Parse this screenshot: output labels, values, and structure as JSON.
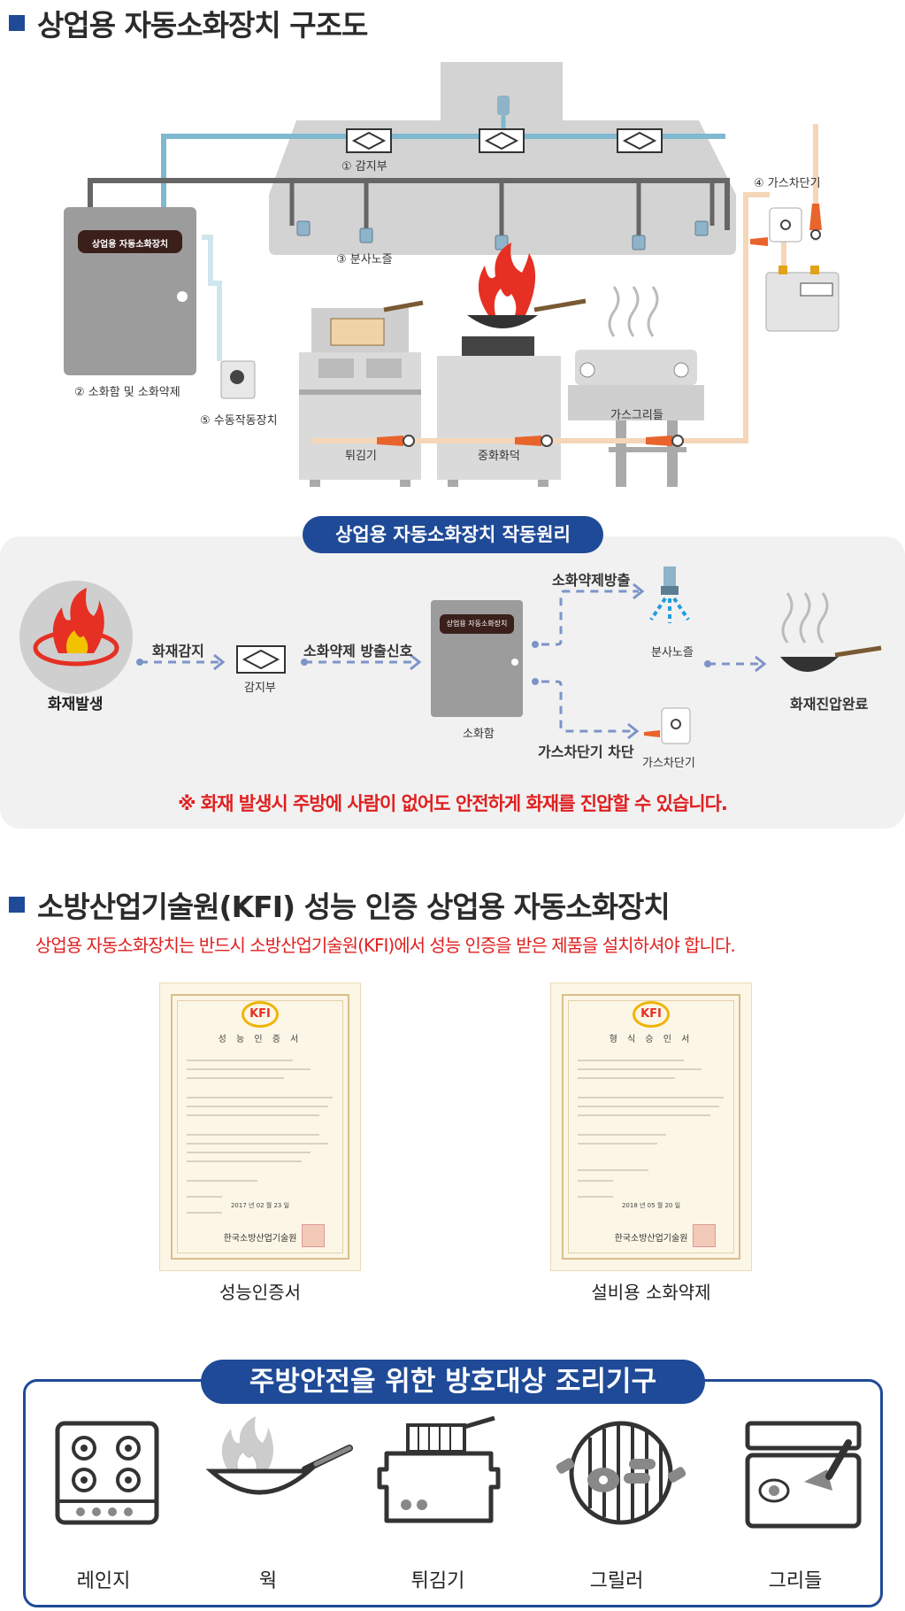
{
  "section1": {
    "title": "상업용 자동소화장치 구조도",
    "labels": {
      "sensor": "① 감지부",
      "cabinet": "② 소화함 및 소화약제",
      "nozzle": "③ 분사노즐",
      "gas_valve": "④ 가스차단기",
      "manual": "⑤ 수동작동장치",
      "fryer": "튀김기",
      "wok_range": "중화화덕",
      "griller": "가스그리들",
      "cabinet_plate": "상업용 자동소화장치"
    }
  },
  "section2": {
    "pill": "상업용 자동소화장치 작동원리",
    "fire_start": "화재발생",
    "step_detect": "화재감지",
    "sensor": "감지부",
    "step_signal": "소화약제 방출신호",
    "cabinet_plate": "상업용 자동소화장치",
    "cabinet": "소화함",
    "step_release": "소화약제방출",
    "nozzle": "분사노즐",
    "step_gas": "가스차단기 차단",
    "gas_valve": "가스차단기",
    "done": "화재진압완료",
    "warning": "※ 화재 발생시 주방에 사람이 없어도 안전하게 화재를 진압할 수 있습니다."
  },
  "section3": {
    "title": "소방산업기술원(KFI) 성능 인증 상업용 자동소화장치",
    "subtitle": "상업용 자동소화장치는 반드시 소방산업기술원(KFI)에서 성능 인증을 받은 제품을 설치하셔야 합니다.",
    "certs": [
      {
        "title": "성 능 인 증 서",
        "date": "2017 년 02 월 23 일",
        "issuer": "한국소방산업기술원",
        "caption": "성능인증서"
      },
      {
        "title": "형 식 승 인 서",
        "date": "2018 년 05 월 20 일",
        "issuer": "한국소방산업기술원",
        "caption": "설비용 소화약제"
      }
    ],
    "kfi_mark": "KFI"
  },
  "section4": {
    "title": "주방안전을 위한 방호대상 조리기구",
    "items": [
      "레인지",
      "웍",
      "튀김기",
      "그릴러",
      "그리들"
    ]
  },
  "colors": {
    "accent": "#1f4a97",
    "warning": "#e02020",
    "hood": "#d3d3d3",
    "pipe_blue": "#7fb8cf",
    "pipe_gas": "#f5d6b8"
  }
}
